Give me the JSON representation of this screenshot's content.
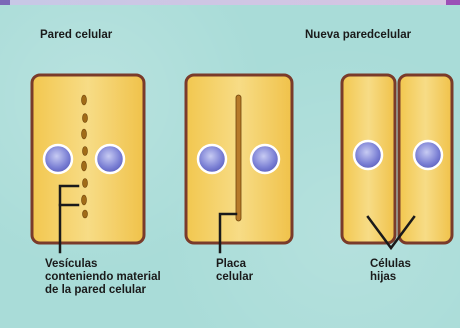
{
  "labels": {
    "pared_celular": "Pared celular",
    "nueva_pared": "Nueva paredcelular",
    "vesiculas": "Vesículas conteniendo material de la pared celular",
    "placa": "Placa celular",
    "celulas_hijas": "Células hijas"
  },
  "colors": {
    "background": "#a9dcd8",
    "cell_fill": "#f3cf62",
    "cell_border": "#7a3b2a",
    "nucleus": "#7a7fd4",
    "nucleus_border": "#ffffff",
    "vesicle": "#a06b18",
    "pointer": "#1a1a1a"
  }
}
